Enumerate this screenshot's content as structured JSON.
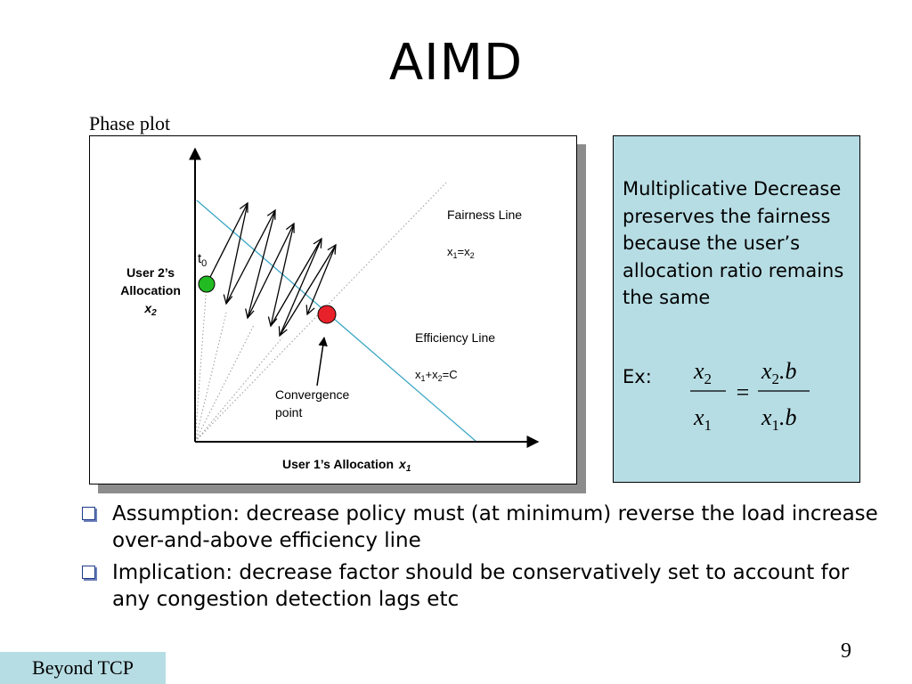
{
  "slide": {
    "title": "AIMD",
    "subtitle": "Phase plot",
    "page_number": "9",
    "footer": "Beyond TCP"
  },
  "diagram": {
    "y_axis_label": {
      "line1": "User 2’s",
      "line2": "Allocation",
      "var": "x",
      "sub": "2"
    },
    "x_axis_label": {
      "text": "User 1’s Allocation",
      "var": "x",
      "sub": "1"
    },
    "t0": {
      "base": "t",
      "sub": "0"
    },
    "fairness": {
      "label": "Fairness Line",
      "eq_parts": [
        "x",
        "1",
        "=x",
        "2"
      ]
    },
    "efficiency": {
      "label": "Efficiency Line",
      "eq_parts": [
        "x",
        "1",
        "+x",
        "2",
        "=C"
      ]
    },
    "convergence": {
      "line1": "Convergence",
      "line2": "point"
    },
    "colors": {
      "start_point": "#22bb22",
      "convergence_point": "#e8222a",
      "efficiency_line": "#3aa6c4",
      "reference_lines": "#9a9a9a"
    }
  },
  "note": {
    "text": "Multiplicative Decrease preserves the fairness because the user’s allocation ratio remains the same",
    "ex_label": "Ex:",
    "formula": {
      "left_num": "x",
      "left_num_sub": "2",
      "left_den": "x",
      "left_den_sub": "1",
      "equals": "=",
      "right_num": "x",
      "right_num_sub": "2",
      "right_num_suffix": ".b",
      "right_den": "x",
      "right_den_sub": "1",
      "right_den_suffix": ".b"
    }
  },
  "bullets": [
    "Assumption: decrease policy must (at minimum) reverse the load increase over-and-above efficiency line",
    "Implication: decrease factor should be conservatively set to account for any congestion detection lags etc"
  ]
}
